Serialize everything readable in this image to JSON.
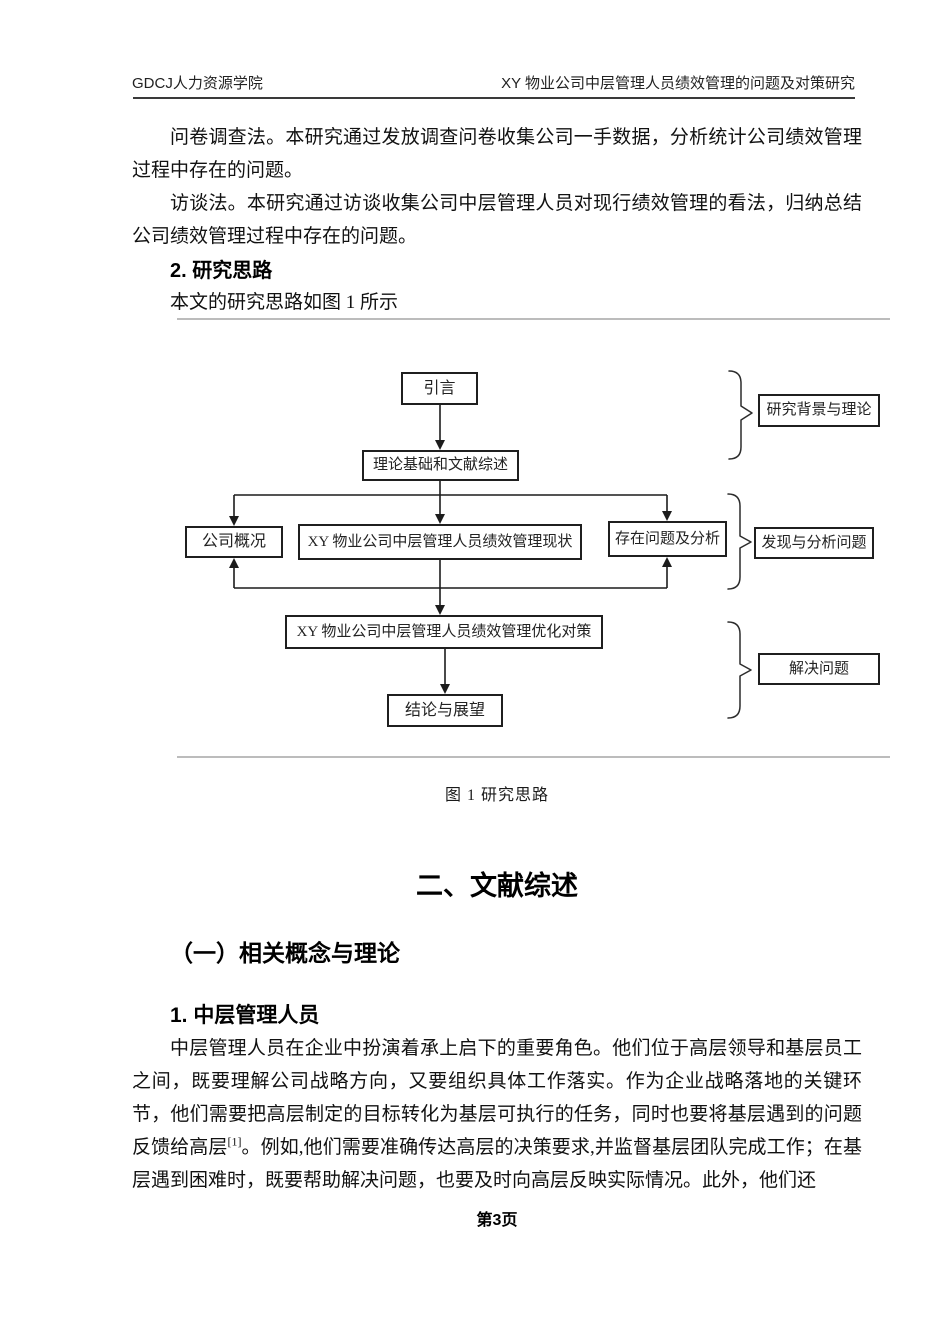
{
  "header": {
    "left": "GDCJ人力资源学院",
    "right": "XY 物业公司中层管理人员绩效管理的问题及对策研究"
  },
  "intro": {
    "para_survey": "问卷调查法。本研究通过发放调查问卷收集公司一手数据，分析统计公司绩效管理过程中存在的问题。",
    "para_interview": "访谈法。本研究通过访谈收集公司中层管理人员对现行绩效管理的看法，归纳总结公司绩效管理过程中存在的问题。",
    "section_heading": "2. 研究思路",
    "lead_in": "本文的研究思路如图 1 所示"
  },
  "figure": {
    "caption": "图 1 研究思路",
    "nodes": {
      "intro": "引言",
      "theory": "理论基础和文献综述",
      "company": "公司概况",
      "status": "XY 物业公司中层管理人员绩效管理现状",
      "problems": "存在问题及分析",
      "strategy": "XY 物业公司中层管理人员绩效管理优化对策",
      "conclusion": "结论与展望"
    },
    "labels": {
      "background": "研究背景与理论",
      "analysis": "发现与分析问题",
      "solution": "解决问题"
    },
    "colors": {
      "box_border": "#1f1f1f",
      "connector": "#1c1c1c",
      "frame_rule": "#bcbcbc"
    }
  },
  "literature": {
    "chapter_heading": "二、文献综述",
    "section_heading": "（一）相关概念与理论",
    "subsection_heading": "1. 中层管理人员",
    "para": {
      "seg1": "中层管理人员在企业中扮演着承上启下的重要角色。他们位于高层领导和基层员工之间，既要理解公司战略方向，又要组织具体工作落实。作为企业战略落地的关键环节，他们需要把高层制定的目标转化为基层可执行的任务，同时也要将基层遇到的问题反馈给高层",
      "citation": "[1]",
      "seg2": "。例如,他们需要准确传达高层的决策要求,并监督基层团队完成工作；在基层遇到困难时，既要帮助解决问题，也要及时向高层反映实际情况。此外，他们还"
    }
  },
  "footer": {
    "page_label": "第3页"
  }
}
